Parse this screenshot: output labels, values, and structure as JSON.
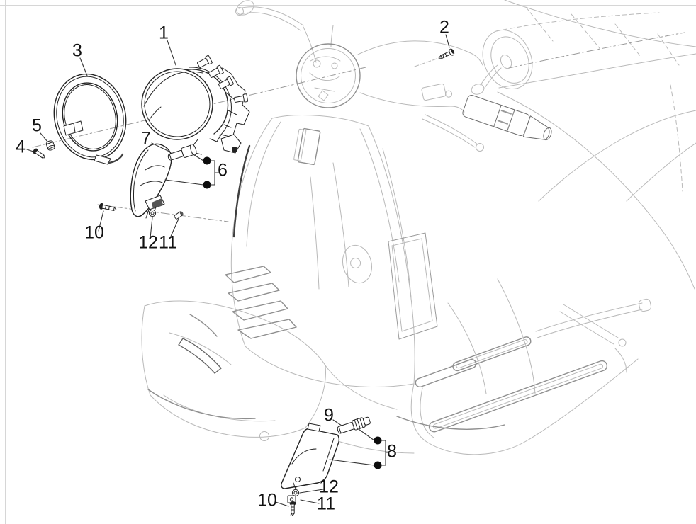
{
  "figure": {
    "type": "exploded-parts-diagram",
    "subject": "Scooter front headlamp, front and side turn signals with mounting hardware",
    "background_color": "#ffffff",
    "part_line_color": "#232323",
    "body_line_color": "#b9b9b9",
    "centerline_color": "#9a9a9a",
    "frame_line_color": "#d6d6d6",
    "callout_color": "#111111"
  },
  "callouts": [
    {
      "number": "1",
      "part": "headlamp-unit"
    },
    {
      "number": "2",
      "part": "handlebar-screw"
    },
    {
      "number": "3",
      "part": "headlamp-rim-ring"
    },
    {
      "number": "4",
      "part": "ring-screw"
    },
    {
      "number": "5",
      "part": "ring-spacer"
    },
    {
      "number": "6",
      "part": "front-turn-signal-fixings"
    },
    {
      "number": "7",
      "part": "front-turn-signal-bulb"
    },
    {
      "number": "10",
      "part": "front-signal-screw"
    },
    {
      "number": "12",
      "part": "front-signal-washer"
    },
    {
      "number": "11",
      "part": "front-signal-clip"
    },
    {
      "number": "9",
      "part": "side-turn-signal-bulb"
    },
    {
      "number": "8",
      "part": "side-turn-signal-fixings"
    },
    {
      "number": "12",
      "part": "side-signal-washer"
    },
    {
      "number": "11",
      "part": "side-signal-clip"
    },
    {
      "number": "10",
      "part": "side-signal-screw"
    }
  ]
}
